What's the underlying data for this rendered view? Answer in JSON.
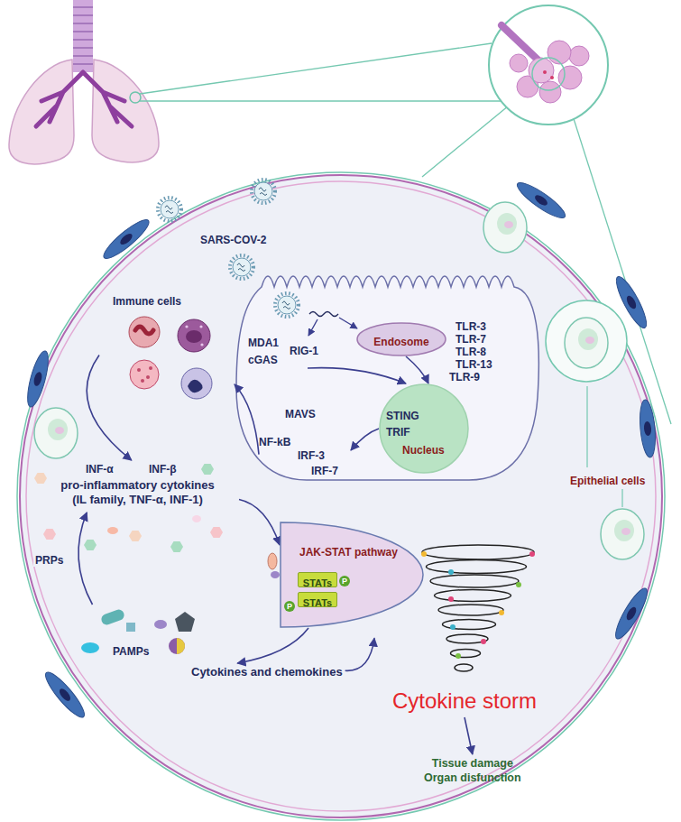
{
  "diagram": {
    "nodes": [
      {
        "text": [
          "Immune cells"
        ]
      },
      {
        "text": [
          "MDA1",
          "RIG-1",
          "cGAS"
        ]
      },
      {
        "text": [
          "Endosome"
        ]
      },
      {
        "text": [
          "STING",
          "TRIF",
          "Nucleus"
        ]
      },
      {
        "text": [
          "NF-kB",
          "IRF-3",
          "IRF-7"
        ]
      },
      {
        "text": [
          "INF-α",
          "INF-β",
          "pro-inflammatory cytokines (IL family, TNF-α, INF-1)"
        ]
      },
      {
        "text": [
          "JAK-STAT pathway"
        ]
      },
      {
        "text": [
          "STATs"
        ],
        "in": 6
      },
      {
        "text": [
          "STATs"
        ],
        "in": 6
      },
      {
        "text": [
          "Cytokines and chemokines"
        ]
      },
      {
        "text": [
          "Cytokine storm"
        ]
      },
      {
        "text": [
          "Tissue damage",
          "Organ disfunction"
        ]
      },
      {
        "text": [
          "PAMPs"
        ]
      }
    ],
    "edges": [
      {
        "from": 1,
        "to": 3,
        "arrow": "to"
      },
      {
        "from": 2,
        "to": 3,
        "arrow": "to"
      },
      {
        "from": 3,
        "to": 4,
        "arrow": "to"
      },
      {
        "from": 4,
        "to": 0,
        "arrow": "to"
      },
      {
        "from": 0,
        "to": 5,
        "arrow": "to"
      },
      {
        "from": 5,
        "to": 6,
        "arrow": "to"
      },
      {
        "from": 6,
        "to": 9,
        "arrow": "to"
      },
      {
        "from": 9,
        "to": 10,
        "arrow": "to"
      },
      {
        "from": 10,
        "to": 11,
        "arrow": "to"
      },
      {
        "from": 12,
        "to": 5,
        "label": "PRPs",
        "arrow": "to"
      }
    ],
    "labels": [
      "SARS-COV-2",
      "TLR-3",
      "TLR-7",
      "TLR-8",
      "TLR-13",
      "TLR-9",
      "MAVS",
      "Epithelial cells",
      "P",
      "P"
    ]
  }
}
